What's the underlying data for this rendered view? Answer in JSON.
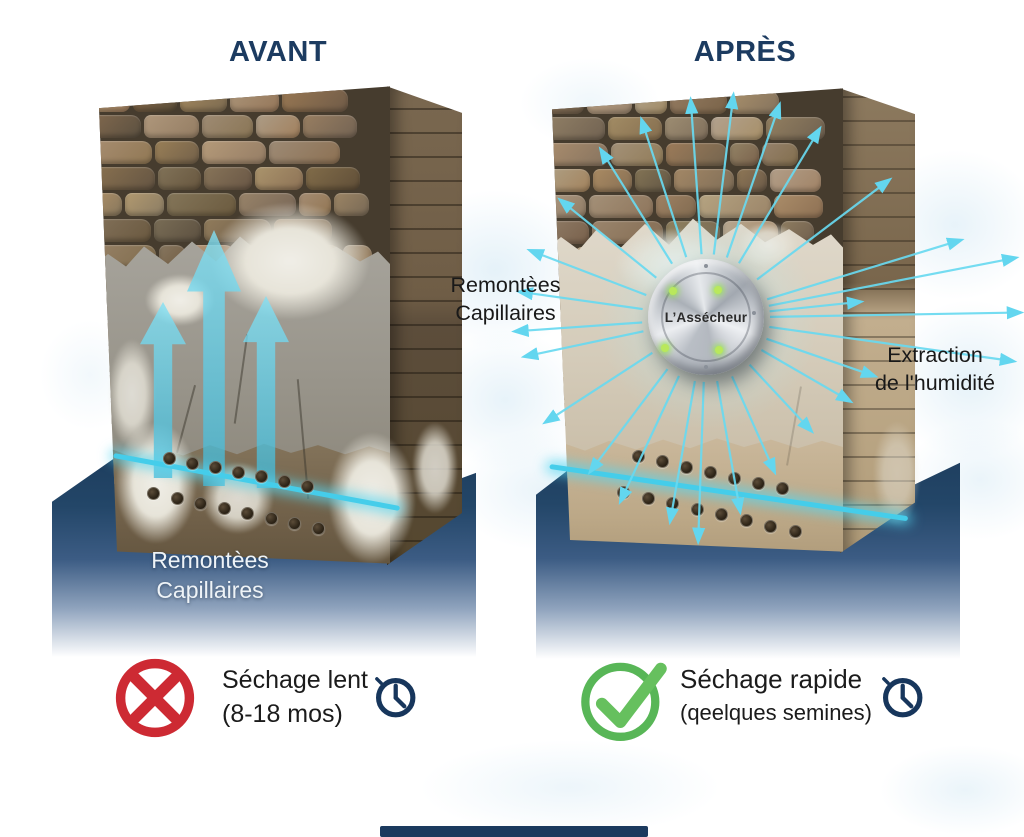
{
  "before": {
    "title": "AVANT",
    "wall_label": {
      "line1": "Remontèes",
      "line2": "Capillaires"
    },
    "status": {
      "line1": "Séchage lent",
      "line2": "(8-18 mos)"
    }
  },
  "after": {
    "title": "APRÈS",
    "capillary_label": {
      "line1": "Remontèes",
      "line2": "Capillaires"
    },
    "extraction_label": {
      "line1": "Extraction",
      "line2": "de l'humidité"
    },
    "device_label": "L’Assécheur",
    "status": {
      "line1": "Séchage rapide",
      "line2": "(qeelques semines)"
    }
  },
  "colors": {
    "title_navy": "#1c3b60",
    "arrow_cyan": "#5ed0ea",
    "glow_cyan": "#45cdea",
    "cross_red": "#cd2a33",
    "check_green": "#5cb85a",
    "clock_navy": "#17365c",
    "platform_navy": "#1d3c5c",
    "led_green": "#b9e85c"
  }
}
